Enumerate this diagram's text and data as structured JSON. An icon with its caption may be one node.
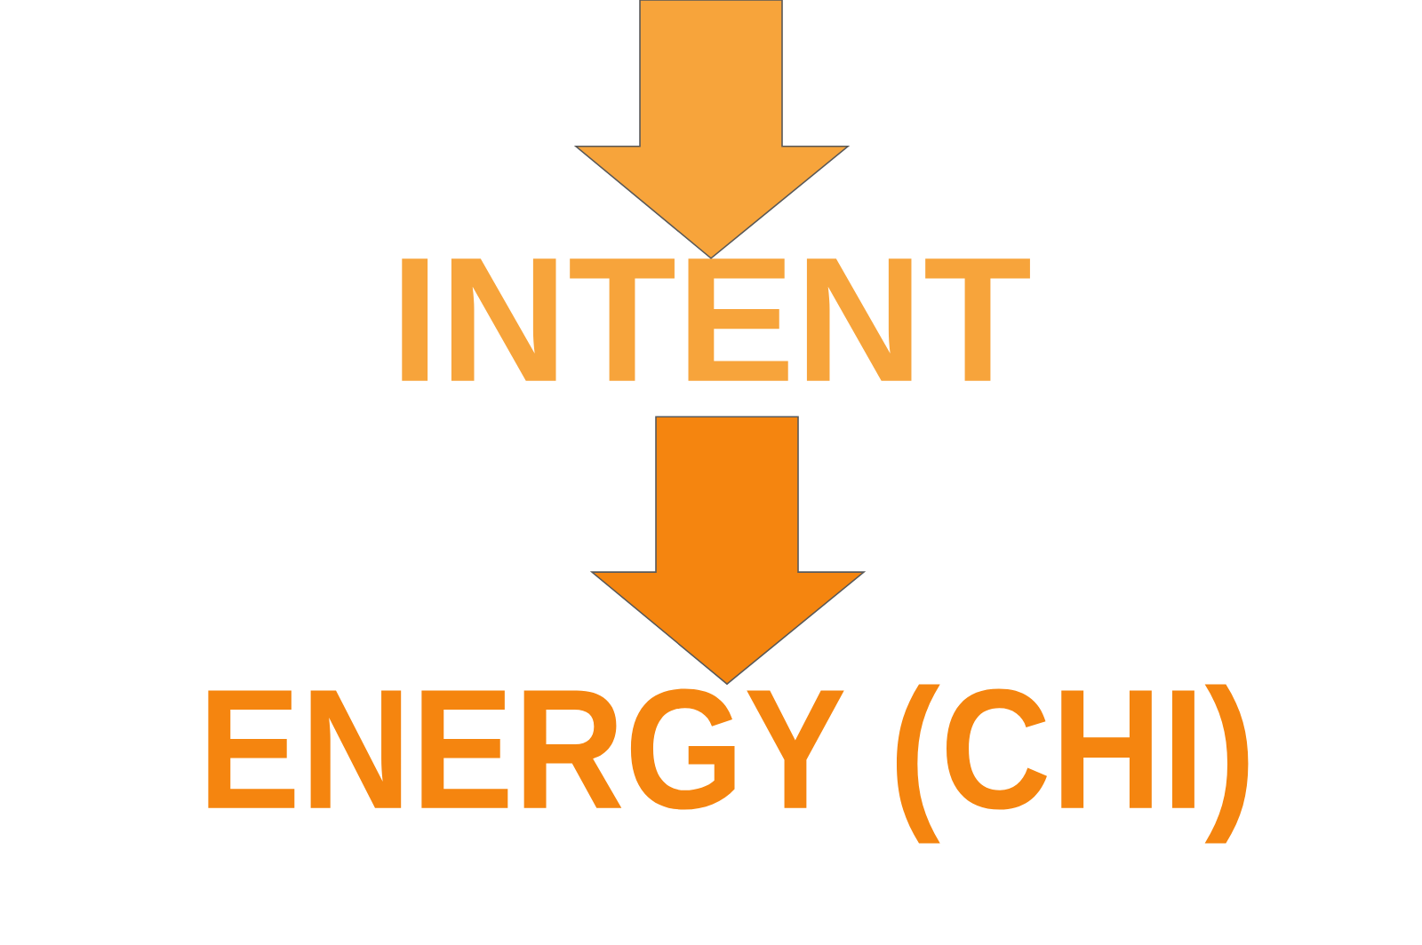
{
  "diagram": {
    "nodes": [
      {
        "text": [
          "INTENT"
        ]
      },
      {
        "text": [
          "ENERGY (CHI)"
        ]
      }
    ],
    "edges": [
      {
        "from": null,
        "to": 0,
        "arrow": "to",
        "color": "#f7a43b"
      },
      {
        "from": 0,
        "to": 1,
        "arrow": "to",
        "color": "#f5850f"
      }
    ]
  }
}
